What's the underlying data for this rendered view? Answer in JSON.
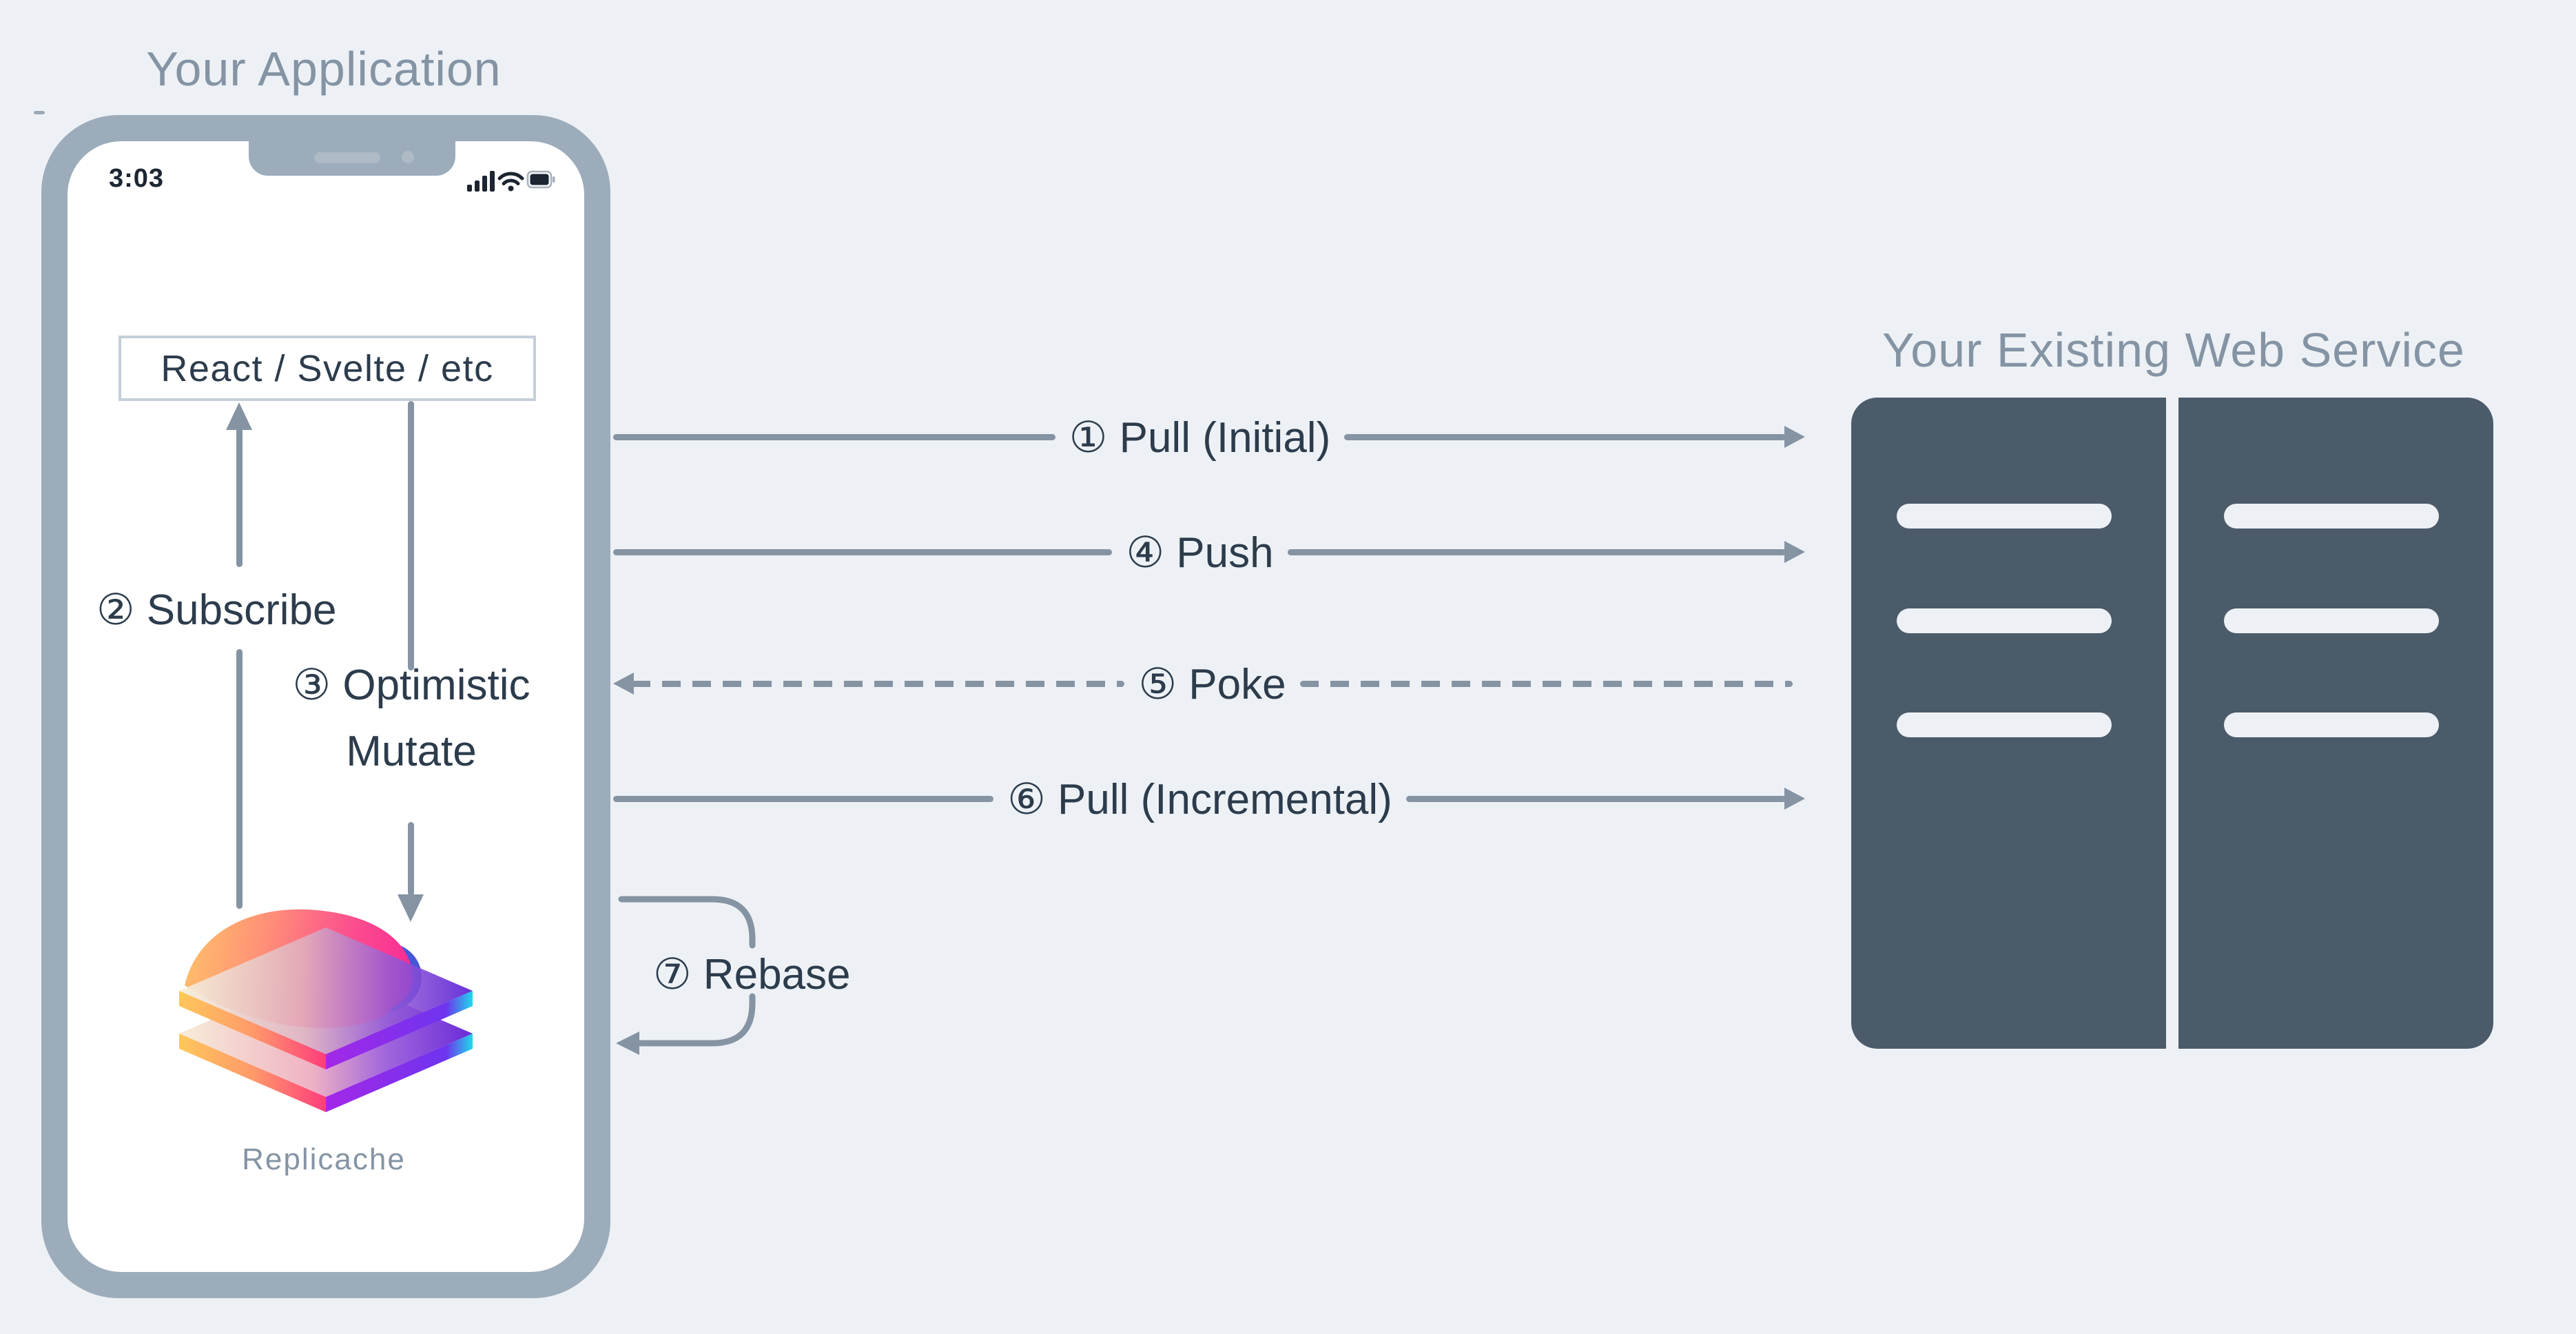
{
  "app": {
    "title": "Your Application",
    "device_time": "3:03",
    "ui_box_label": "React / Svelte / etc",
    "logo_label": "Replicache"
  },
  "internal_flows": {
    "subscribe_label": "② Subscribe",
    "optimistic_line1": "③ Optimistic",
    "optimistic_line2": "Mutate"
  },
  "connectors": [
    {
      "label": "① Pull (Initial)",
      "direction": "right",
      "line": "solid"
    },
    {
      "label": "④ Push",
      "direction": "right",
      "line": "solid"
    },
    {
      "label": "⑤ Poke",
      "direction": "left",
      "line": "dashed"
    },
    {
      "label": "⑥ Pull (Incremental)",
      "direction": "right",
      "line": "solid"
    },
    {
      "label": "⑦ Rebase",
      "direction": "loop-back",
      "line": "solid"
    }
  ],
  "web_service": {
    "title": "Your Existing Web Service",
    "server_count": 2,
    "slots_per_server": 3
  },
  "colors": {
    "background": "#edf1f5",
    "phone_frame": "#9dacba",
    "connector_line": "#8593a3",
    "label_text": "#2c3c4c",
    "muted_title": "#8494a4",
    "server_fill": "#4b5b6a",
    "logo_orange": "#ffbe6a",
    "logo_pink": "#f92b95",
    "logo_purple": "#6a2bd8",
    "logo_cyan": "#1fd9ec"
  }
}
